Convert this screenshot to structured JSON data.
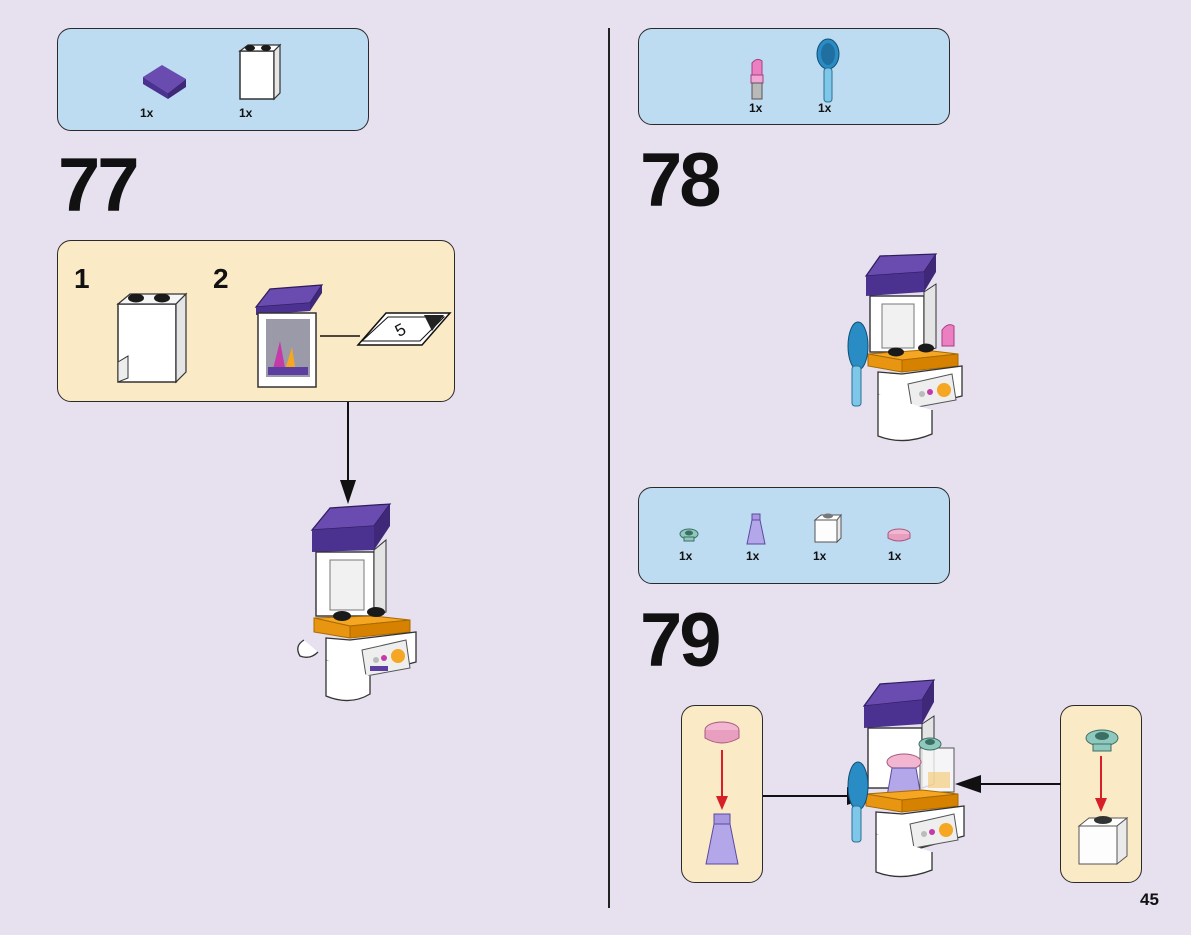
{
  "page_number": "45",
  "steps": [
    {
      "number": "77",
      "parts": [
        {
          "icon": "purple-slope-brick-icon",
          "qty": "1x"
        },
        {
          "icon": "white-panel-icon",
          "qty": "1x"
        }
      ],
      "substeps": [
        "1",
        "2"
      ],
      "sticker_number": "5"
    },
    {
      "number": "78",
      "parts": [
        {
          "icon": "pink-lipstick-icon",
          "qty": "1x"
        },
        {
          "icon": "blue-hairbrush-icon",
          "qty": "1x"
        }
      ]
    },
    {
      "number": "79",
      "parts": [
        {
          "icon": "teal-round-plate-icon",
          "qty": "1x"
        },
        {
          "icon": "lavender-cone-icon",
          "qty": "1x"
        },
        {
          "icon": "transparent-brick-icon",
          "qty": "1x"
        },
        {
          "icon": "pink-round-tile-icon",
          "qty": "1x"
        }
      ]
    }
  ],
  "colors": {
    "background": "#e6e0ef",
    "parts_box": "#bedcf1",
    "submodel_box": "#fbeac6",
    "purple": "#5b3ea0",
    "orange": "#f5a623",
    "arrow_red": "#d61f26"
  }
}
